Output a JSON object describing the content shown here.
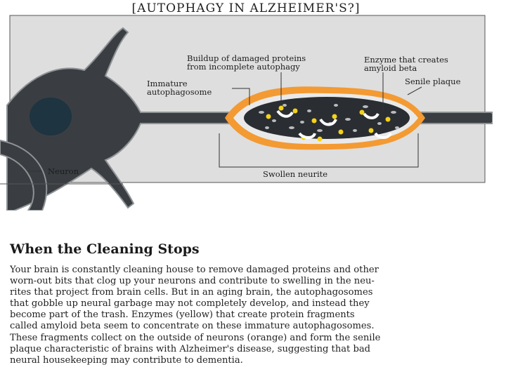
{
  "figure": {
    "title": "[AUTOPHAGY IN ALZHEIMER'S?]",
    "labels": {
      "buildup": [
        "Buildup of damaged proteins",
        "from incomplete autophagy"
      ],
      "enzyme": [
        "Enzyme that creates",
        "amyloid beta"
      ],
      "senile": "Senile plaque",
      "immature": [
        "Immature",
        "autophagosome"
      ],
      "neuron": "Neuron",
      "swollen": "Swollen neurite"
    },
    "colors": {
      "background": "#dedede",
      "neuron": "#3a3e42",
      "nucleus": "#1e3440",
      "plaque": "#f39a33",
      "enzyme": "#f5d21a",
      "cell_body_interior": "#2e3236"
    }
  },
  "article": {
    "heading": "When the Cleaning Stops",
    "lines": [
      "Your brain is constantly cleaning house to remove damaged proteins and other",
      "worn-out bits that clog up your neurons and contribute to swelling in the neu-",
      "rites that project from brain cells. But in an aging brain, the autophagosomes",
      "that gobble up neural garbage may not completely develop, and instead they",
      "become part of the trash. Enzymes (yellow) that create protein fragments",
      "called amyloid beta seem to concentrate on these immature autophagosomes.",
      "These fragments collect on the outside of neurons (orange) and form the senile",
      "plaque characteristic of brains with Alzheimer's disease, suggesting that bad",
      "neural housekeeping may contribute to dementia."
    ]
  }
}
